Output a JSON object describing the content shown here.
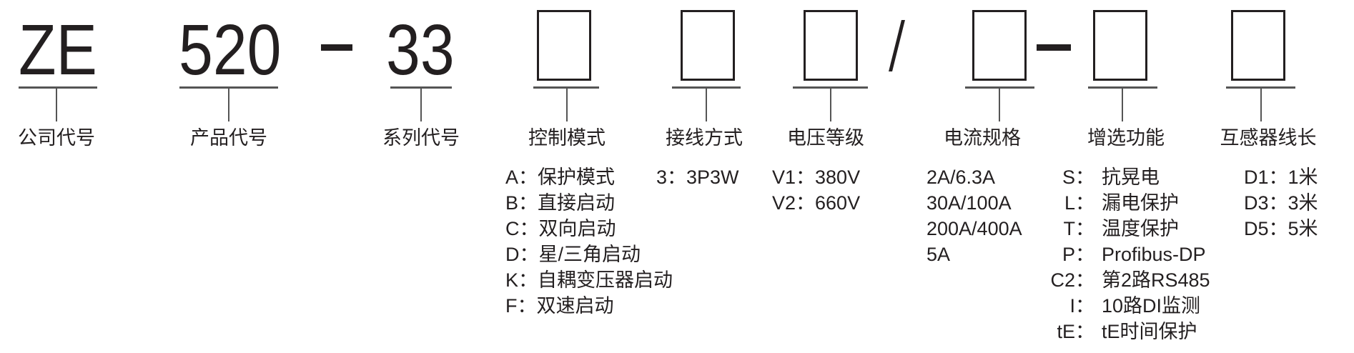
{
  "code": {
    "company": "ZE",
    "product": "520",
    "sep1": "-",
    "series": "33",
    "slash": "/",
    "sep2": "-"
  },
  "labels": {
    "company": "公司代号",
    "product": "产品代号",
    "series": "系列代号",
    "control": "控制模式",
    "wiring": "接线方式",
    "voltage": "电压等级",
    "current": "电流规格",
    "features": "增选功能",
    "ct_length": "互感器线长"
  },
  "control_modes": [
    "A：保护模式",
    "B：直接启动",
    "C：双向启动",
    "D：星/三角启动",
    "K：自耦变压器启动",
    "F：双速启动"
  ],
  "wiring": [
    "3：3P3W"
  ],
  "voltage": [
    "V1：380V",
    "V2：660V"
  ],
  "current": [
    "2A/6.3A",
    "30A/100A",
    "200A/400A",
    "5A"
  ],
  "features": [
    {
      "key": "S：",
      "value": "抗晃电"
    },
    {
      "key": "L：",
      "value": "漏电保护"
    },
    {
      "key": "T：",
      "value": "温度保护"
    },
    {
      "key": "P：",
      "value": "Profibus-DP"
    },
    {
      "key": "C2：",
      "value": "第2路RS485"
    },
    {
      "key": "I：",
      "value": "10路DI监测"
    },
    {
      "key": "tE：",
      "value": "tE时间保护"
    }
  ],
  "ct_length": [
    "D1：1米",
    "D3：3米",
    "D5：5米"
  ]
}
